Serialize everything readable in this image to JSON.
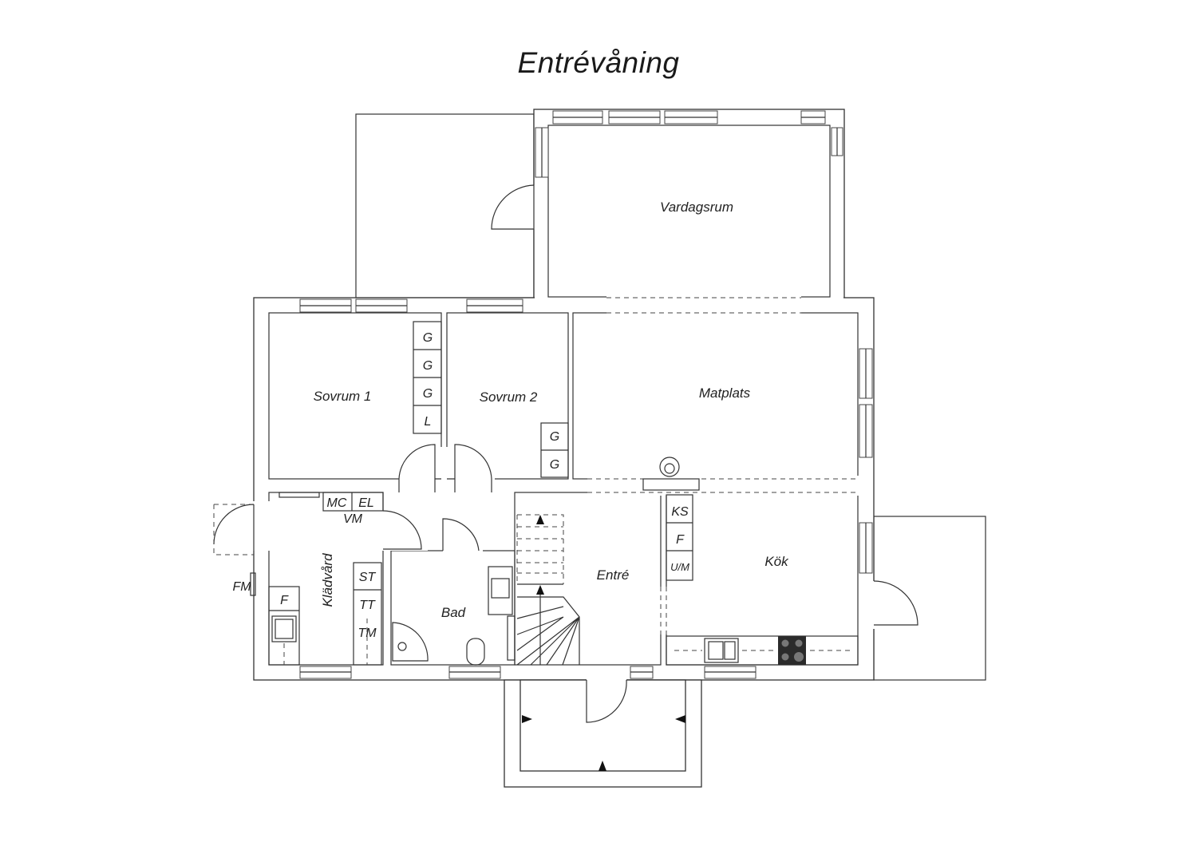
{
  "title": "Entrévåning",
  "rooms": {
    "vardagsrum": "Vardagsrum",
    "sovrum1": "Sovrum 1",
    "sovrum2": "Sovrum 2",
    "matplats": "Matplats",
    "kok": "Kök",
    "entre": "Entré",
    "bad": "Bad",
    "kladvard": "Klädvård"
  },
  "fixtures": {
    "g": "G",
    "l": "L",
    "mc": "MC",
    "el": "EL",
    "vm": "VM",
    "st": "ST",
    "tt": "TT",
    "tm": "TM",
    "f": "F",
    "fm": "FM",
    "ks": "KS",
    "um": "U/M"
  }
}
